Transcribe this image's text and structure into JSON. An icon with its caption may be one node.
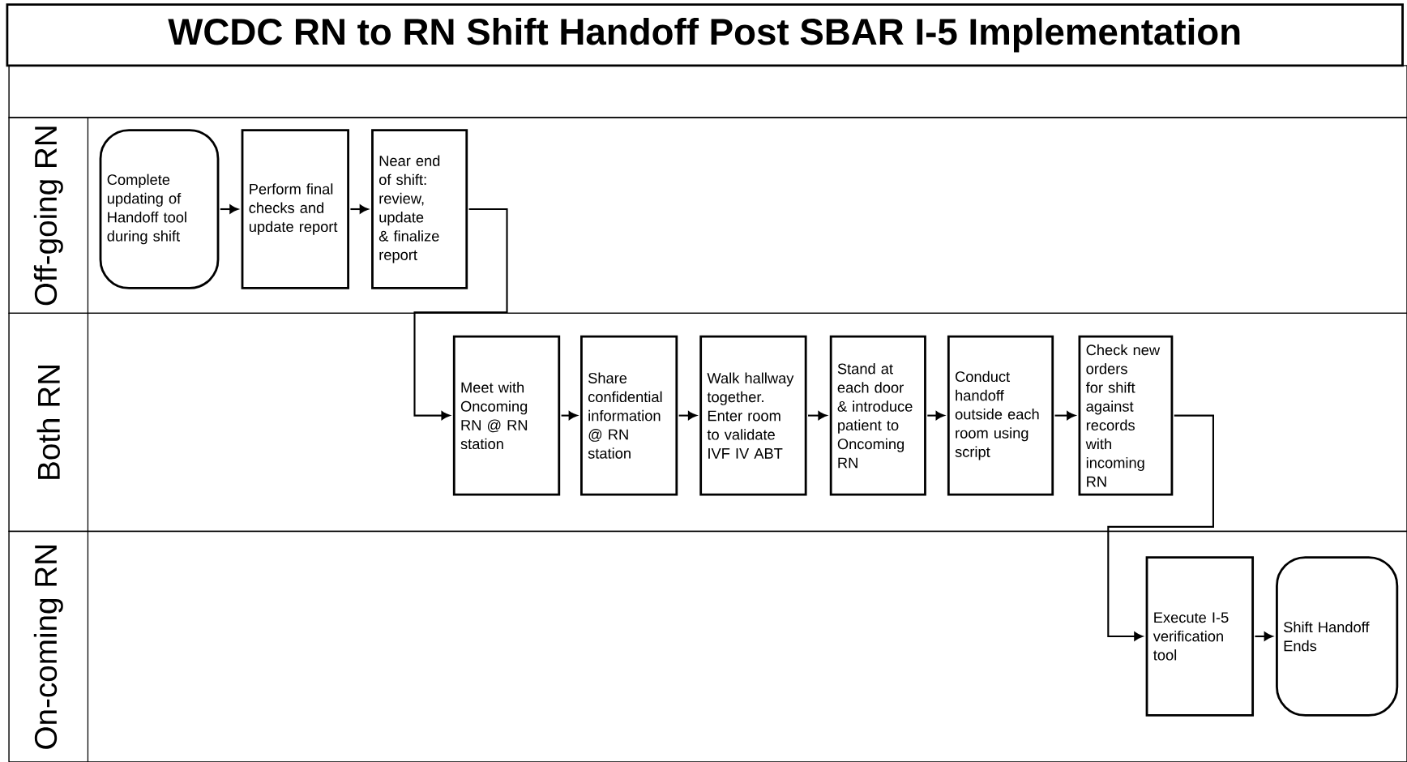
{
  "diagram": {
    "title": "WCDC RN to RN Shift Handoff Post SBAR  I-5 Implementation",
    "nodes": [
      {
        "text": [
          "Off-going RN"
        ]
      },
      {
        "text": [
          "Both RN"
        ]
      },
      {
        "text": [
          "On-coming RN"
        ]
      },
      {
        "text": [
          "Complete updating of Handoff tool during shift"
        ],
        "in": 0
      },
      {
        "text": [
          "Perform final checks and update report"
        ],
        "in": 0
      },
      {
        "text": [
          "Near end of shift: review, update & finalize report"
        ],
        "in": 0
      },
      {
        "text": [
          "Meet with Oncoming RN @ RN station"
        ],
        "in": 1
      },
      {
        "text": [
          "Share confidential information @ RN station"
        ],
        "in": 1
      },
      {
        "text": [
          "Walk hallway together. Enter room to validate IVF IV ABT"
        ],
        "in": 1
      },
      {
        "text": [
          "Stand at each door & introduce patient to Oncoming RN"
        ],
        "in": 1
      },
      {
        "text": [
          "Conduct handoff outside each room using script"
        ],
        "in": 1
      },
      {
        "text": [
          "Check new orders for shift against records with incoming RN"
        ],
        "in": 1
      },
      {
        "text": [
          "Execute I-5 verification tool"
        ],
        "in": 2
      },
      {
        "text": [
          "Shift Handoff Ends"
        ],
        "in": 2
      }
    ],
    "edges": [
      {
        "from": 3,
        "to": 4,
        "arrow": "to"
      },
      {
        "from": 4,
        "to": 5,
        "arrow": "to"
      },
      {
        "from": 5,
        "to": 6,
        "arrow": "to"
      },
      {
        "from": 6,
        "to": 7,
        "arrow": "to"
      },
      {
        "from": 7,
        "to": 8,
        "arrow": "to"
      },
      {
        "from": 8,
        "to": 9,
        "arrow": "to"
      },
      {
        "from": 9,
        "to": 10,
        "arrow": "to"
      },
      {
        "from": 10,
        "to": 11,
        "arrow": "to"
      },
      {
        "from": 11,
        "to": 12,
        "arrow": "to"
      },
      {
        "from": 12,
        "to": 13,
        "arrow": "to"
      }
    ]
  }
}
